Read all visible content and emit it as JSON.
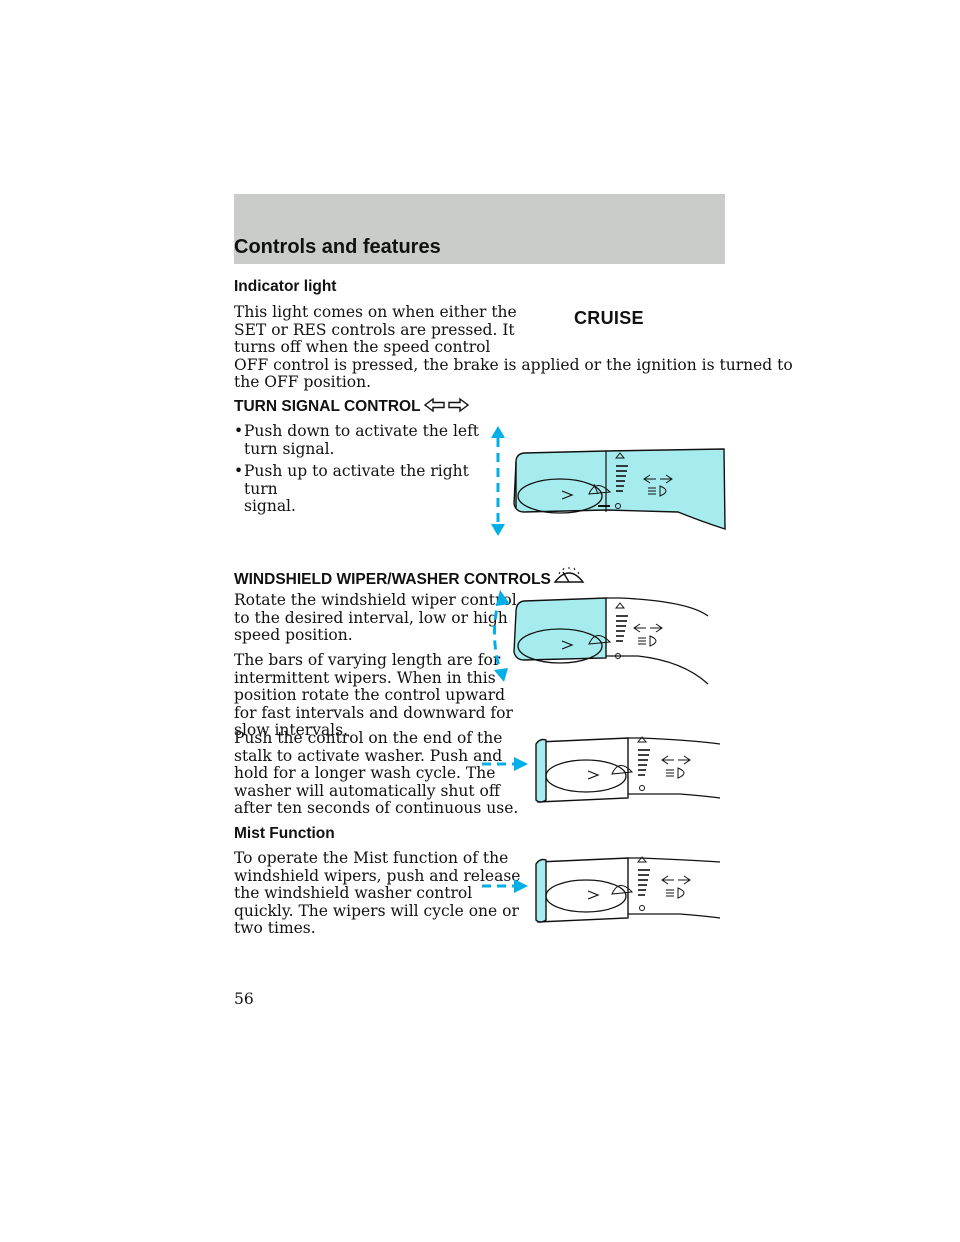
{
  "header": {
    "title": "Controls and features"
  },
  "indicator": {
    "heading": "Indicator light",
    "body_lines": [
      "This light comes on when either the",
      "SET or RES controls are pressed. It",
      "turns off when the speed control",
      "OFF control is pressed, the brake is applied or the ignition is turned to",
      "the OFF position."
    ],
    "symbol_label": "CRUISE"
  },
  "turn_signal": {
    "heading": "TURN SIGNAL CONTROL",
    "icon": "turn-signal-arrows-icon",
    "bullets": [
      {
        "marker": "•",
        "lines": [
          "Push down to activate the left",
          "turn signal."
        ]
      },
      {
        "marker": "•",
        "lines": [
          "Push up to activate the right turn",
          "signal."
        ]
      }
    ]
  },
  "wiper": {
    "heading": "WINDSHIELD WIPER/WASHER CONTROLS",
    "icon": "windshield-wiper-icon",
    "para1": [
      "Rotate the windshield wiper control",
      "to the desired interval, low or high",
      "speed position."
    ],
    "para2": [
      "The bars of varying length are for",
      "intermittent wipers. When in this",
      "position rotate the control upward",
      "for fast intervals and downward for",
      "slow intervals."
    ],
    "para3": [
      "Push the control on the end of the",
      "stalk to activate washer. Push and",
      "hold for a longer wash cycle. The",
      "washer will automatically shut off",
      "after ten seconds of continuous use."
    ]
  },
  "mist": {
    "heading": "Mist Function",
    "para": [
      "To operate the Mist function of the",
      "windshield wipers, push and release",
      "the windshield washer control",
      "quickly. The wipers will cycle one or",
      "two times."
    ]
  },
  "page": {
    "number": "56"
  },
  "colors": {
    "header_bg": "#c9ccc9",
    "stalk_fill": "#a6ecef",
    "arrow": "#00aee8",
    "ink": "#111111"
  }
}
